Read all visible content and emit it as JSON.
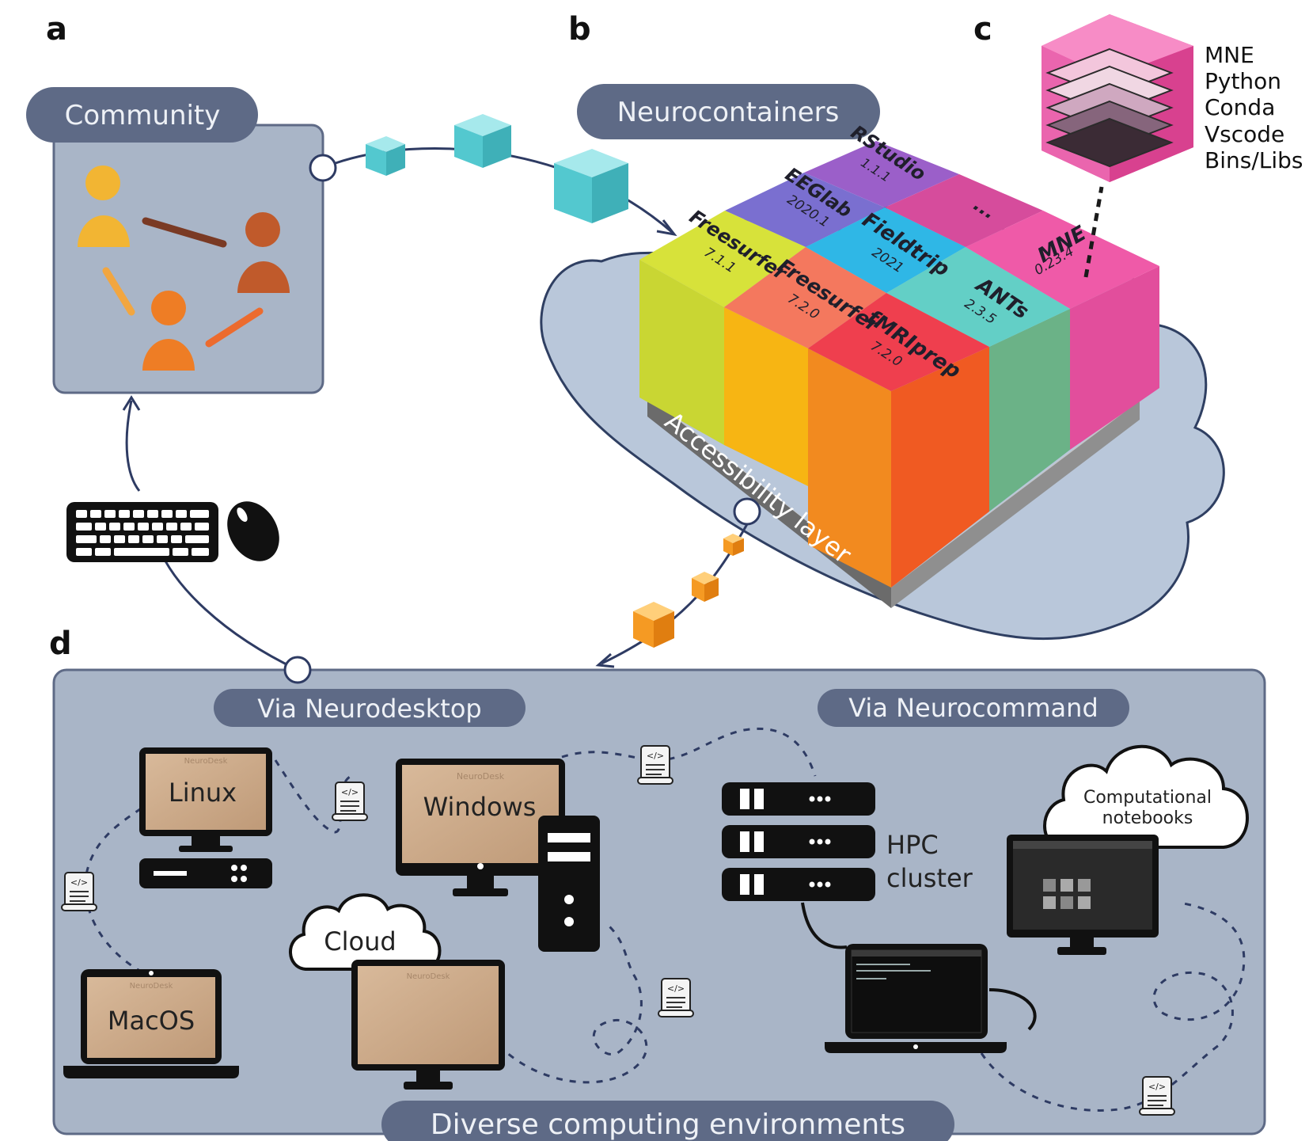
{
  "panels": {
    "a": "a",
    "b": "b",
    "c": "c",
    "d": "d"
  },
  "community": {
    "title": "Community"
  },
  "neurocontainers": {
    "title": "Neurocontainers",
    "tiles": [
      {
        "name": "RStudio",
        "version": "1.1.1",
        "color": "#9b5fc9"
      },
      {
        "name": "EEGlab",
        "version": "2020.1",
        "color": "#7a6fd0"
      },
      {
        "name": "...",
        "version": "",
        "color": "#d64c9c"
      },
      {
        "name": "Freesurfer",
        "version": "7.1.1",
        "color": "#d7e23a"
      },
      {
        "name": "Fieldtrip",
        "version": "2021",
        "color": "#2fb7e6"
      },
      {
        "name": "MNE",
        "version": "0.23.4",
        "color": "#ef5aa8"
      },
      {
        "name": "Freesurfer",
        "version": "7.2.0",
        "color": "#f4785e"
      },
      {
        "name": "ANTs",
        "version": "2.3.5",
        "color": "#63cfc6"
      },
      {
        "name": "fMRIprep",
        "version": "7.2.0",
        "color": "#ef3f4e"
      }
    ],
    "base_label": "Accessibility layer"
  },
  "container_layers": {
    "labels": [
      "MNE",
      "Python",
      "Conda",
      "Vscode",
      "Bins/Libs"
    ]
  },
  "environments": {
    "via_desktop": "Via Neurodesktop",
    "via_command": "Via Neurocommand",
    "footer": "Diverse computing environments",
    "linux": "Linux",
    "windows": "Windows",
    "macos": "MacOS",
    "cloud": "Cloud",
    "hpc_line1": "HPC",
    "hpc_line2": "cluster",
    "notebooks_line1": "Computational",
    "notebooks_line2": "notebooks",
    "screen_brand": "NeuroDesk"
  },
  "colors": {
    "pill": "#5e6a86",
    "panel_bg": "#a9b5c7",
    "panel_border": "#5e6a86",
    "cloud": "#b9c7da",
    "teal_cube": "#5fcfd4",
    "orange_cube": "#f59a23",
    "person_yellow": "#f2b533",
    "person_rust": "#c05a2b",
    "person_orange": "#ee7d25"
  }
}
